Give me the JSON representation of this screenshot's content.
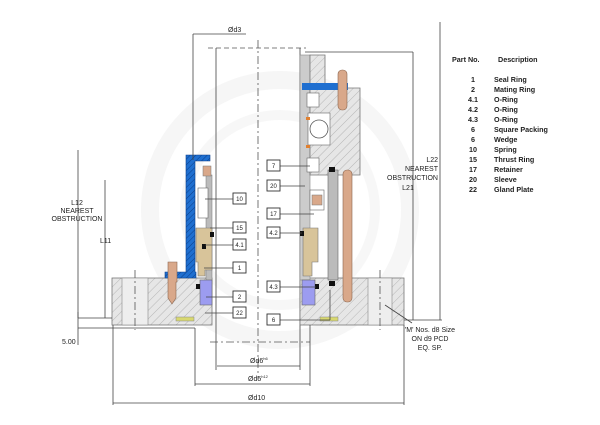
{
  "dimensions": {
    "d3": "Ød3",
    "d6": "Ød6",
    "d6_sup": "h6",
    "d5": "Ød5",
    "d5_sup": "h12",
    "d10": "Ød10",
    "l11": "L11",
    "l12": "L12",
    "l12_note1": "NEAREST",
    "l12_note2": "OBSTRUCTION",
    "l21": "L21",
    "l22": "L22",
    "l22_note1": "NEAREST",
    "l22_note2": "OBSTRUCTION",
    "offset": "5.00",
    "bolt_note1": "'M' Nos. d8 Size",
    "bolt_note2": "ON d9 PCD",
    "bolt_note3": "EQ. SP."
  },
  "callouts_left": [
    "10",
    "15",
    "4.1",
    "1",
    "2",
    "22"
  ],
  "callouts_right": [
    "7",
    "20",
    "17",
    "4.2",
    "4.3",
    "6"
  ],
  "parts_list": {
    "header_no": "Part No.",
    "header_desc": "Description",
    "rows": [
      {
        "no": "1",
        "desc": "Seal Ring"
      },
      {
        "no": "2",
        "desc": "Mating Ring"
      },
      {
        "no": "4.1",
        "desc": "O-Ring"
      },
      {
        "no": "4.2",
        "desc": "O-Ring"
      },
      {
        "no": "4.3",
        "desc": "O-Ring"
      },
      {
        "no": "6",
        "desc": "Square Packing"
      },
      {
        "no": "6",
        "desc": "Wedge"
      },
      {
        "no": "10",
        "desc": "Spring"
      },
      {
        "no": "15",
        "desc": "Thrust Ring"
      },
      {
        "no": "17",
        "desc": "Retainer"
      },
      {
        "no": "20",
        "desc": "Sleeve"
      },
      {
        "no": "22",
        "desc": "Gland Plate"
      }
    ]
  },
  "colors": {
    "bracket": "#1f6fd0",
    "seal_ring": "#d8c49a",
    "mating_ring": "#9c9cf0",
    "bolt": "#d9a88a"
  }
}
